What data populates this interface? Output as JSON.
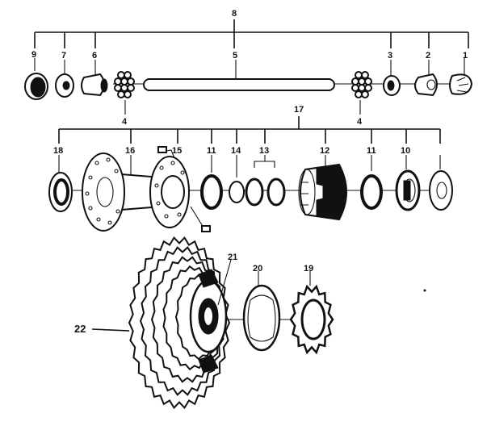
{
  "labels": {
    "l8": "8",
    "l7": "7",
    "l6": "6",
    "l5": "5",
    "l3": "3",
    "l2": "2",
    "l1": "1",
    "l4a": "4",
    "l4b": "4",
    "l17": "17",
    "l18": "18",
    "l16": "16",
    "l15": "15",
    "l11a": "11",
    "l14": "14",
    "l13": "13",
    "l12": "12",
    "l11b": "11",
    "l10": "10",
    "l9": "9",
    "l21": "21",
    "l20": "20",
    "l19": "19",
    "l22": "22"
  }
}
